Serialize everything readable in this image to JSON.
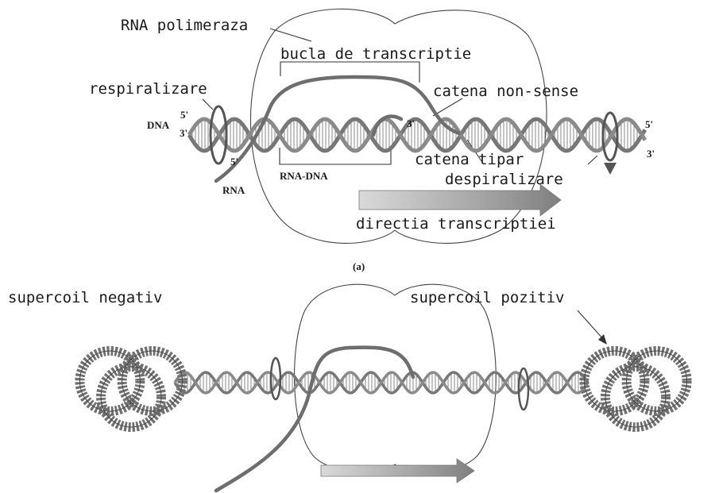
{
  "colors": {
    "ink": "#1a1a1a",
    "dna_strand": "#777777",
    "rna_strand": "#6e6e6e",
    "arrow_fill": "#9a9a9a"
  },
  "panel_a": {
    "labels": {
      "rna_polymerase": "RNA polimeraza",
      "transcription_bubble": "bucla de transcriptie",
      "rewinding": "respiralizare",
      "non_sense_strand": "catena non-sense",
      "template_strand": "catena tipar",
      "unwinding": "despiralizare",
      "direction": "directia transcriptiei",
      "dna": "DNA",
      "rna": "RNA",
      "rna_dna_hybrid": "RNA-DNA",
      "end_5_left": "5'",
      "end_3_left": "3'",
      "end_5_rna": "5'",
      "end_3_rna": "3'",
      "end_5_right": "5'",
      "end_3_right": "3'",
      "panel_tag": "(a)"
    }
  },
  "panel_b": {
    "labels": {
      "negative_supercoil": "supercoil negativ",
      "positive_supercoil": "supercoil pozitiv"
    }
  }
}
